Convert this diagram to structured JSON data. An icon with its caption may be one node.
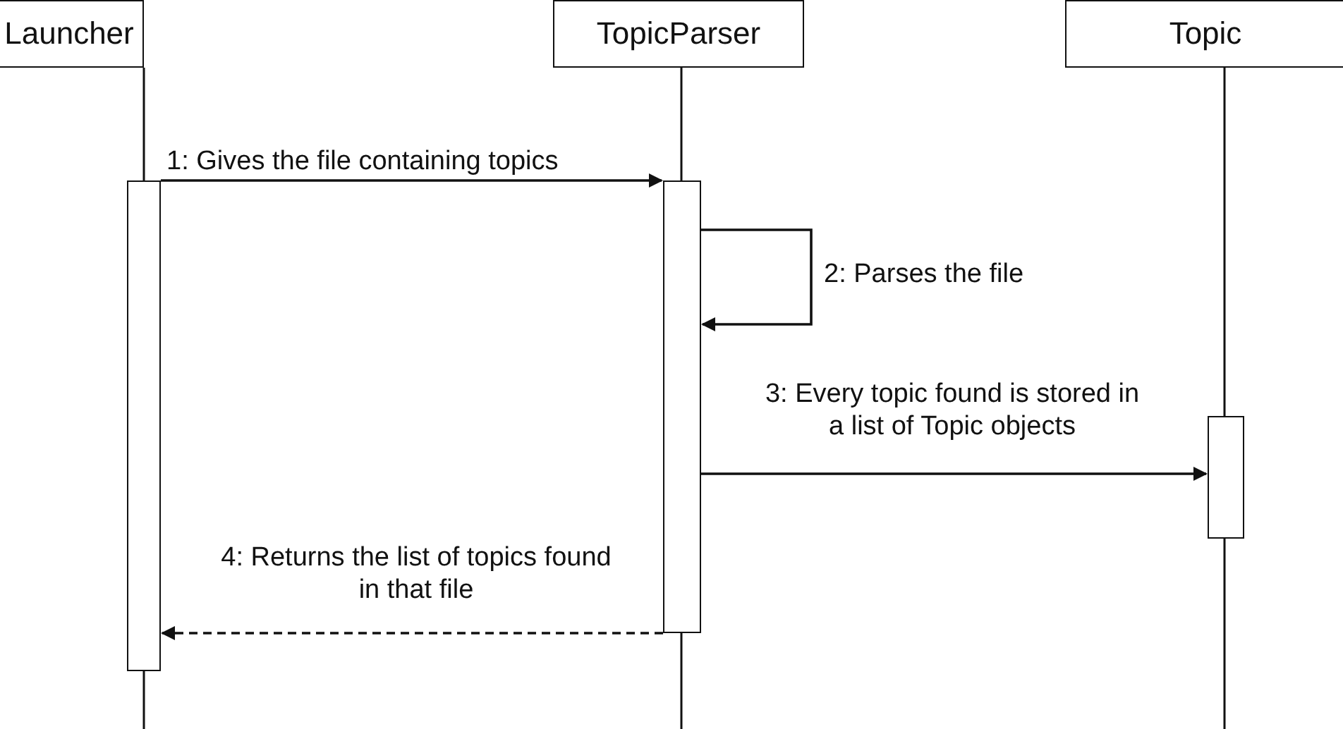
{
  "diagram": {
    "nodes": [
      {
        "text": [
          "Launcher"
        ]
      },
      {
        "text": [
          "TopicParser"
        ]
      },
      {
        "text": [
          "Topic"
        ]
      },
      {
        "text": [],
        "shape": "bar"
      },
      {
        "text": [],
        "shape": "bar"
      },
      {
        "text": [],
        "shape": "bar"
      }
    ],
    "edges": [
      {
        "from": 3,
        "to": 4,
        "arrow": "to",
        "label": "1: Gives the file containing topics"
      },
      {
        "from": 4,
        "to": 4,
        "arrow": "to",
        "label": "2: Parses the file"
      },
      {
        "from": 4,
        "to": 5,
        "arrow": "to",
        "label": "3: Every topic found is stored in a list of Topic objects"
      },
      {
        "from": 4,
        "to": 3,
        "arrow": "to",
        "style": "dashed",
        "label": "4: Returns the list of topics found in that file"
      }
    ]
  }
}
